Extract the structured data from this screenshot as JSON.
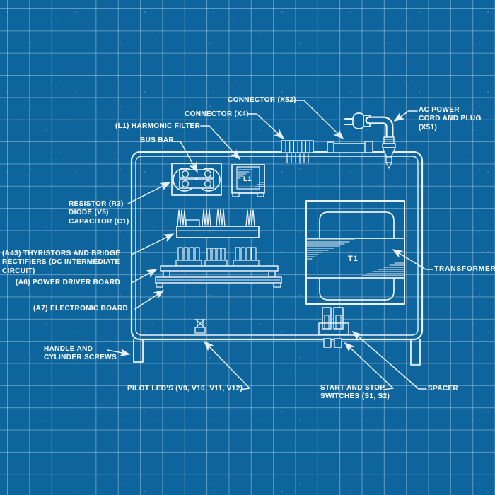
{
  "labels": {
    "connector_x52": "CONNECTOR (X52)",
    "connector_x4": "CONNECTOR (X4)",
    "harmonic_filter": "(L1) HARMONIC FILTER",
    "bus_bar": "BUS BAR",
    "ac_power": "AC POWER\nCORD AND PLUG\n(X51)",
    "resistor_group": "RESISTOR (R3)\nDIODE (V5)\nCAPACITOR (C1)",
    "thyristors": "(A43) THYRISTORS AND BRIDGE\nRECTIFIERS (DC INTERMEDIATE\nCIRCUIT)",
    "power_driver": "(A6) POWER DRIVER BOARD",
    "electronic_board": "(A7) ELECTRONIC BOARD",
    "handle": "HANDLE AND\nCYLINDER SCREWS",
    "pilot_leds": "PILOT LED'S (V9, V10, V11, V12)",
    "start_stop": "START AND STOP\nSWITCHES (S1, S2)",
    "spacer": "SPACER",
    "transformer": "TRANSFORMER",
    "t1_mark": "T1",
    "l1_mark": "L1"
  },
  "colors": {
    "background": "#0e649c",
    "grid_line": "#7fb0cd",
    "drawing_line": "#eaf2f7",
    "text": "#f3f8fb"
  }
}
